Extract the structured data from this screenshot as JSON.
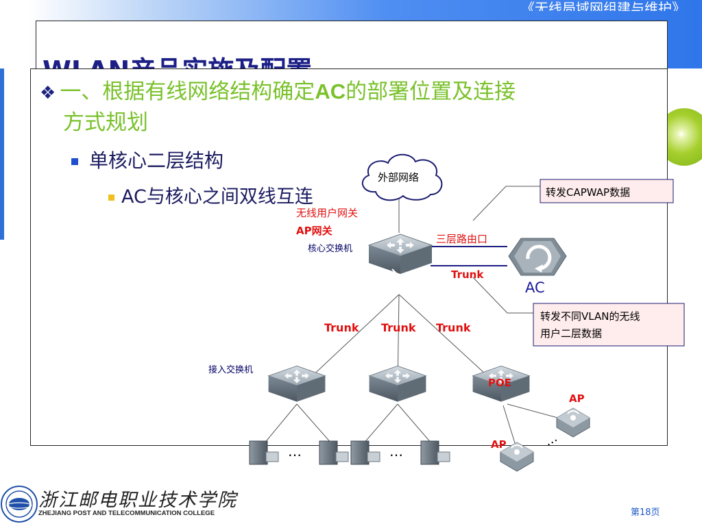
{
  "header": {
    "course_title": "《无线局域网组建与维护》",
    "slide_title": "WLAN产品实施及配置"
  },
  "content": {
    "heading_1_line1_pre": "一、根据有线网络结构确定",
    "heading_1_line1_ac": "AC",
    "heading_1_line1_post": "的部署位置及连接",
    "heading_1_line2": "方式规划",
    "bullet_2": "单核心二层结构",
    "bullet_3": "AC与核心之间双线互连"
  },
  "diagram": {
    "cloud_label": "外部网络",
    "gateway_label_1": "无线用户网关",
    "gateway_label_2": "AP网关",
    "core_switch_label": "核心交换机",
    "l3_port_label": "三层路由口",
    "trunk_ac_label": "Trunk",
    "ac_label": "AC",
    "callout_capwap": "转发CAPWAP数据",
    "callout_vlan_line1": "转发不同VLAN的无线",
    "callout_vlan_line2": "用户二层数据",
    "trunk_labels": [
      "Trunk",
      "Trunk",
      "Trunk"
    ],
    "access_switch_label": "接入交换机",
    "poe_label": "POE",
    "ap_labels": [
      "AP",
      "AP"
    ],
    "ellipsis": "…",
    "colors": {
      "red_text": "#e01010",
      "navy_text": "#000066",
      "green_accent": "#7ac12b",
      "link_navy": "#1a1a80",
      "callout_bg": "#ffecec"
    }
  },
  "footer": {
    "college_cn": "浙江邮电职业技术学院",
    "college_en": "ZHEJIANG POST AND TELECOMMUNICATION COLLEGE",
    "page_number": "第18页"
  }
}
